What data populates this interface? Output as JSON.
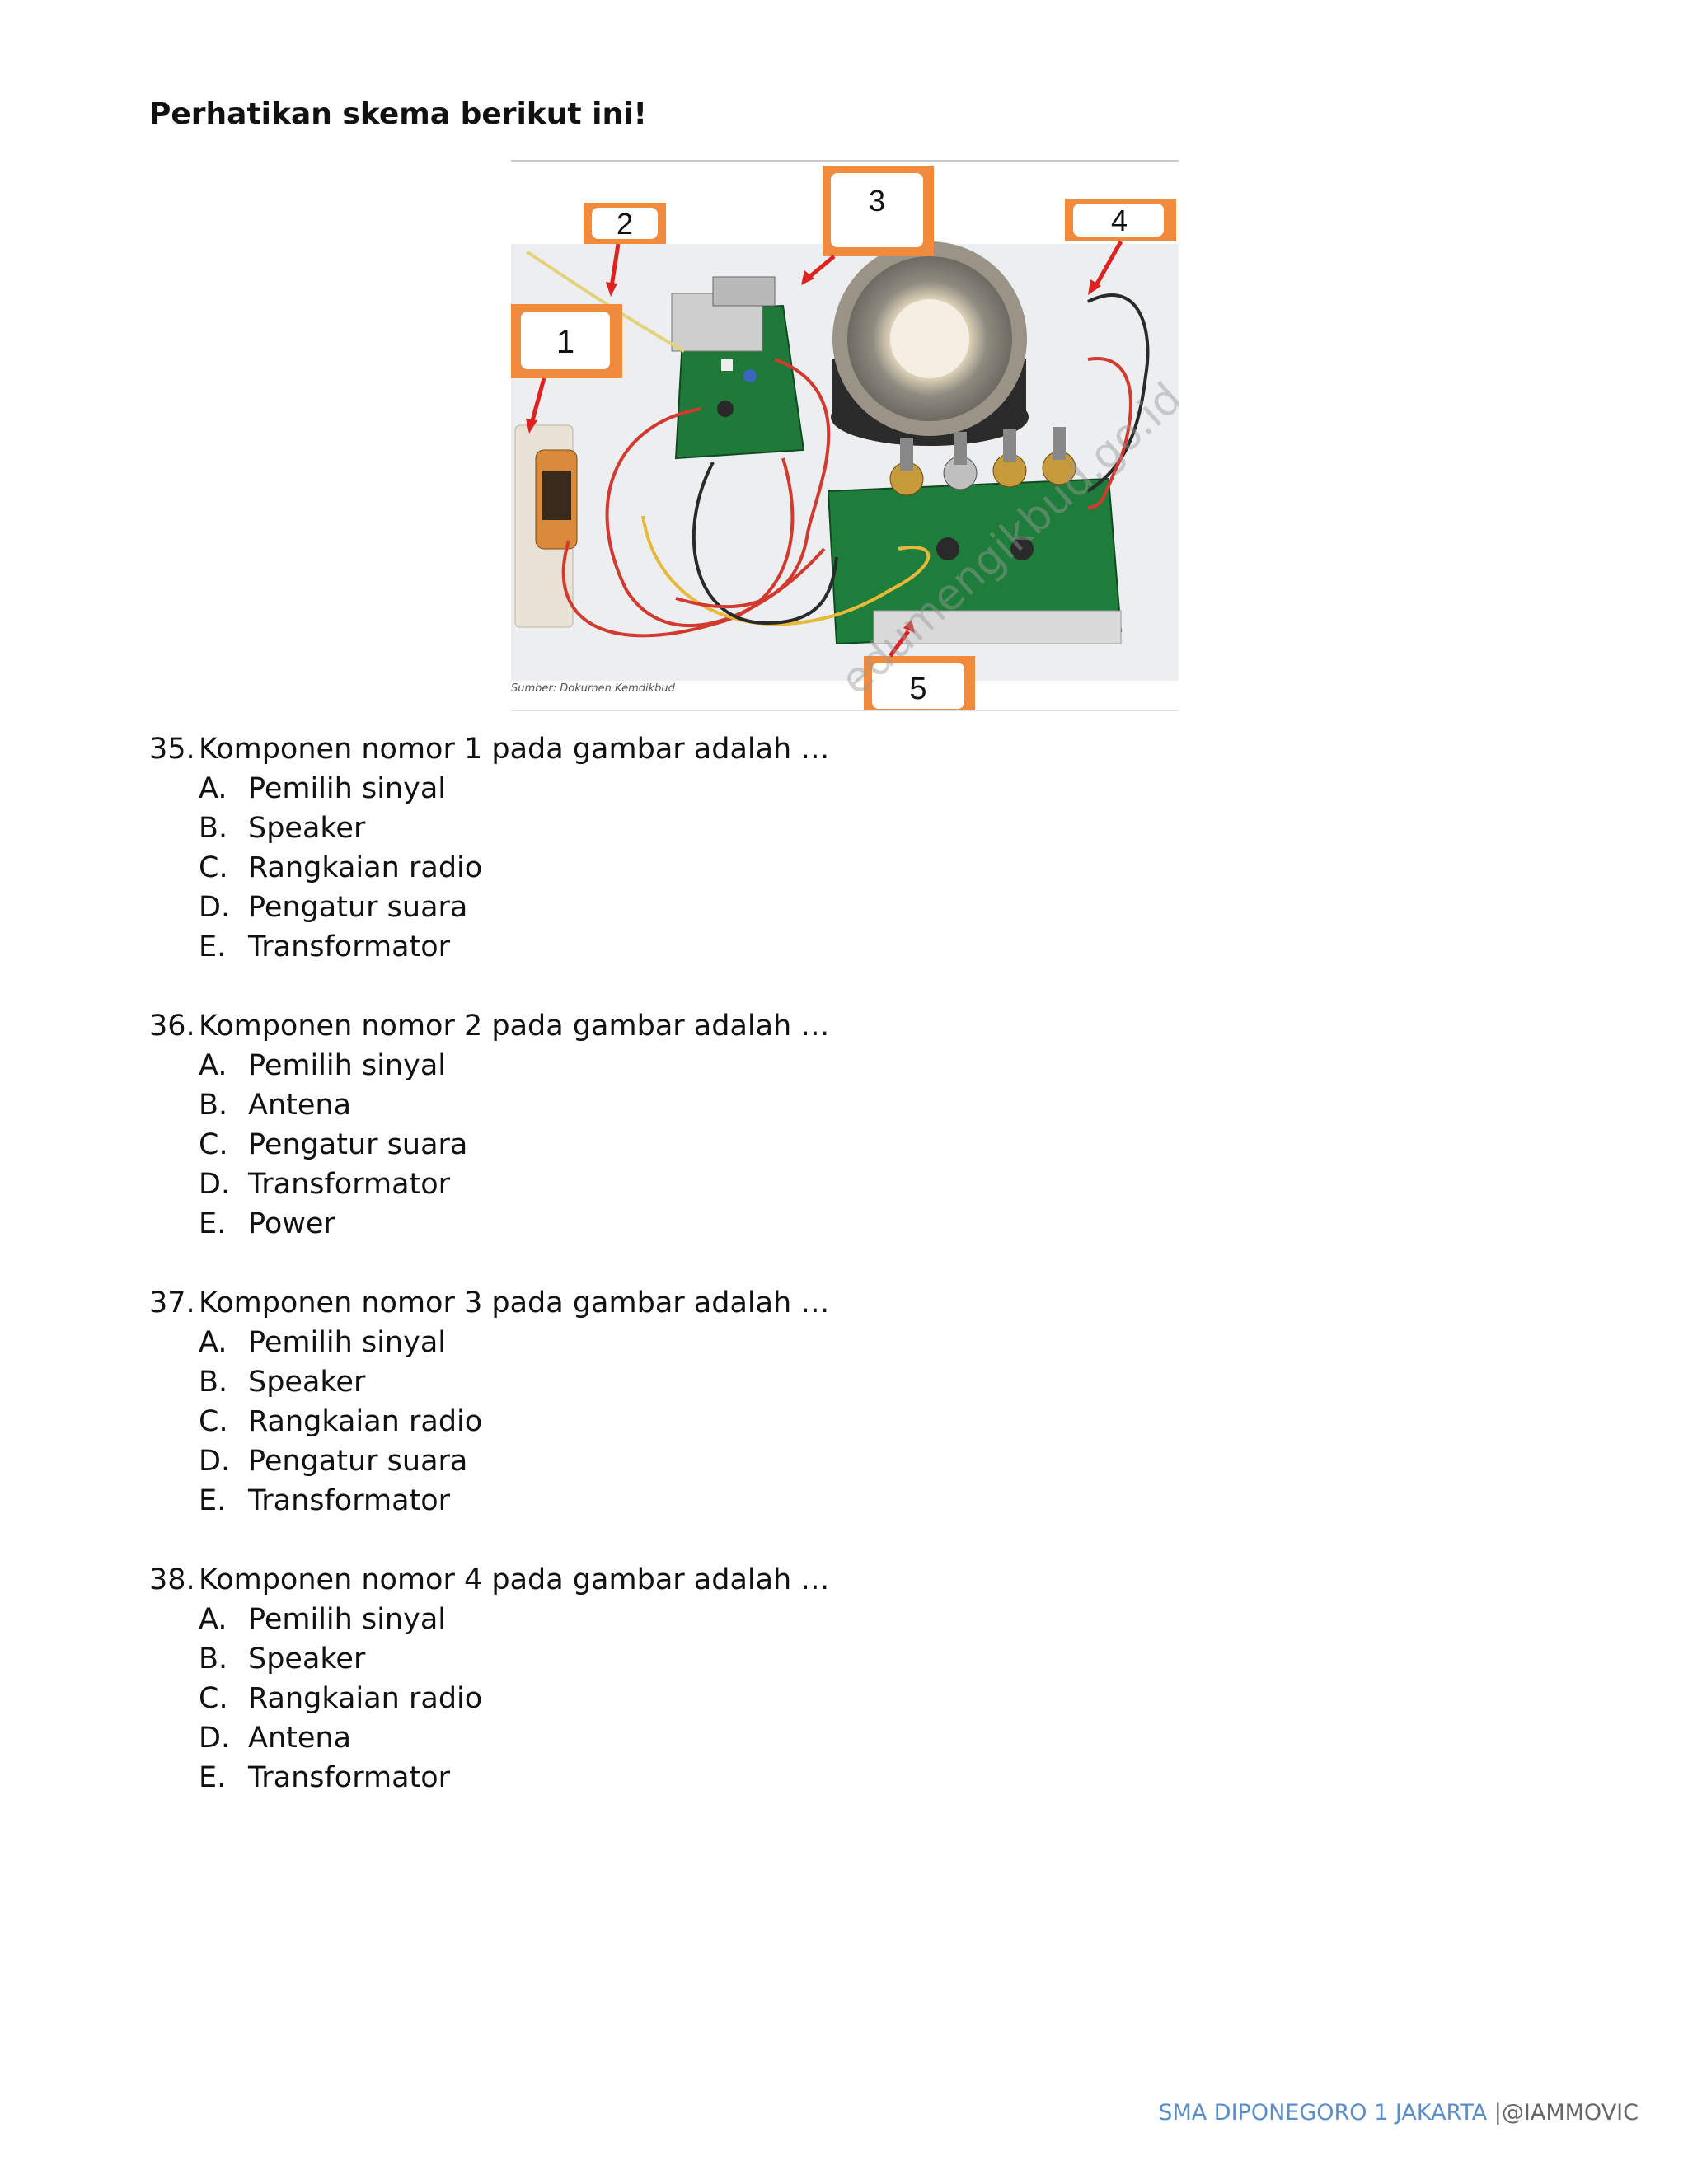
{
  "heading": "Perhatikan skema berikut ini!",
  "figure": {
    "callouts": [
      "1",
      "2",
      "3",
      "4",
      "5"
    ],
    "source": "Sumber: Dokumen Kemdikbud",
    "watermark": "edumengikbud.go.id",
    "colors": {
      "callout_box": "#f08a3c",
      "pcb": "#1f7a3a",
      "wire_red": "#d23a2f",
      "wire_yellow": "#e7b93a"
    }
  },
  "questions": [
    {
      "number": "35.",
      "text": "Komponen nomor 1 pada gambar adalah …",
      "options": [
        {
          "letter": "A.",
          "text": "Pemilih sinyal"
        },
        {
          "letter": "B.",
          "text": "Speaker"
        },
        {
          "letter": "C.",
          "text": "Rangkaian radio"
        },
        {
          "letter": "D.",
          "text": "Pengatur suara"
        },
        {
          "letter": "E.",
          "text": "Transformator"
        }
      ]
    },
    {
      "number": "36.",
      "text": "Komponen nomor 2 pada gambar adalah …",
      "options": [
        {
          "letter": "A.",
          "text": "Pemilih sinyal"
        },
        {
          "letter": "B.",
          "text": "Antena"
        },
        {
          "letter": "C.",
          "text": "Pengatur suara"
        },
        {
          "letter": "D.",
          "text": "Transformator"
        },
        {
          "letter": "E.",
          "text": "Power"
        }
      ]
    },
    {
      "number": "37.",
      "text": "Komponen nomor 3 pada gambar adalah …",
      "options": [
        {
          "letter": "A.",
          "text": "Pemilih sinyal"
        },
        {
          "letter": "B.",
          "text": "Speaker"
        },
        {
          "letter": "C.",
          "text": "Rangkaian radio"
        },
        {
          "letter": "D.",
          "text": "Pengatur suara"
        },
        {
          "letter": "E.",
          "text": "Transformator"
        }
      ]
    },
    {
      "number": "38.",
      "text": "Komponen nomor 4 pada gambar adalah …",
      "options": [
        {
          "letter": "A.",
          "text": "Pemilih sinyal"
        },
        {
          "letter": "B.",
          "text": "Speaker"
        },
        {
          "letter": "C.",
          "text": "Rangkaian radio"
        },
        {
          "letter": "D.",
          "text": "Antena"
        },
        {
          "letter": "E.",
          "text": "Transformator"
        }
      ]
    }
  ],
  "footer": {
    "school": "SMA DIPONEGORO 1 JAKARTA",
    "separator": "|",
    "handle": "@IAMMOVIC"
  }
}
